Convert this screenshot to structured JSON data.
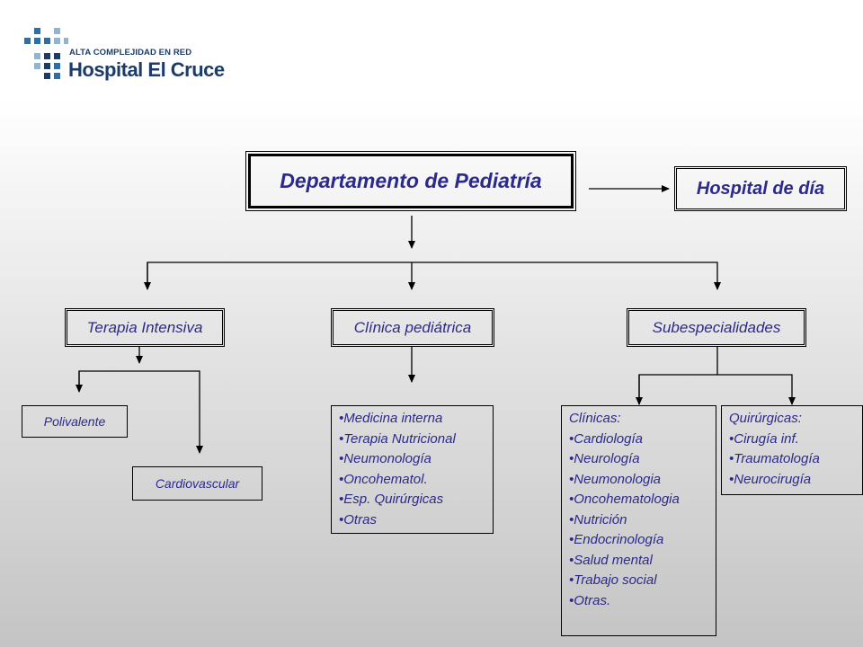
{
  "logo": {
    "line1": "ALTA COMPLEJIDAD EN RED",
    "line2": "Hospital El Cruce",
    "colors": {
      "dark": "#1b3c6b",
      "mid": "#2f6da3",
      "light": "#93b3cf"
    }
  },
  "diagram": {
    "root": "Departamento de Pediatría",
    "side": "Hospital de día",
    "branches": {
      "terapia": {
        "label": "Terapia Intensiva",
        "children": [
          "Polivalente",
          "Cardiovascular"
        ]
      },
      "clinica": {
        "label": "Clínica pediátrica",
        "items": [
          "Medicina interna",
          "Terapia Nutricional",
          "Neumonología",
          "Oncohematol.",
          "Esp. Quirúrgicas",
          "Otras"
        ]
      },
      "subesp": {
        "label": "Subespecialidades",
        "clinicas": {
          "header": "Clínicas:",
          "items": [
            "Cardiología",
            "Neurología",
            "Neumonologia",
            "Oncohematologia",
            "Nutrición",
            "Endocrinología",
            "Salud mental",
            "Trabajo social",
            "Otras."
          ]
        },
        "quirurgicas": {
          "header": "Quirúrgicas:",
          "items": [
            "Cirugía inf.",
            "Traumatología",
            "Neurocirugía"
          ]
        }
      }
    },
    "colors": {
      "text": "#2b2a8c",
      "line": "#000000"
    }
  }
}
